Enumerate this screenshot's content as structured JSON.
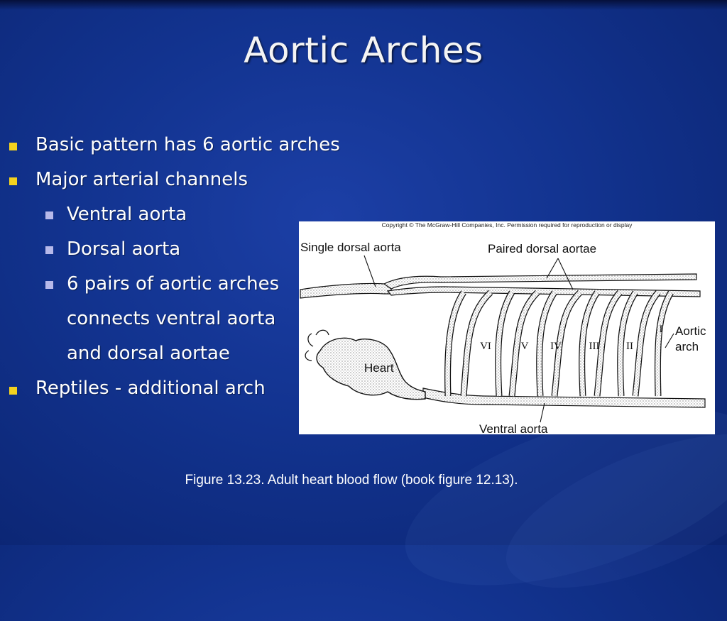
{
  "slide": {
    "title": "Aortic Arches",
    "bullets": [
      "Basic pattern has 6 aortic arches",
      "Major arterial channels",
      "Reptiles - additional arch"
    ],
    "sub_bullets": [
      "Ventral aorta",
      "Dorsal aorta",
      "6 pairs of aortic arches",
      "connects ventral  aorta",
      "and dorsal aortae"
    ],
    "caption": "Figure 13.23.  Adult heart blood flow (book figure 12.13).",
    "colors": {
      "background": "#12338f",
      "bullet_marker": "#f4d21e",
      "sub_bullet_marker": "#b7b9ea"
    }
  },
  "figure": {
    "copyright": "Copyright © The McGraw-Hill Companies, Inc. Permission required for reproduction or display",
    "labels": {
      "single_dorsal_aorta": "Single dorsal aorta",
      "paired_dorsal_aortae": "Paired dorsal aortae",
      "aortic": "Aortic",
      "arch": "arch",
      "heart": "Heart",
      "ventral_aorta": "Ventral aorta"
    },
    "arch_numerals": [
      "VI",
      "V",
      "IV",
      "III",
      "II",
      "I"
    ]
  }
}
